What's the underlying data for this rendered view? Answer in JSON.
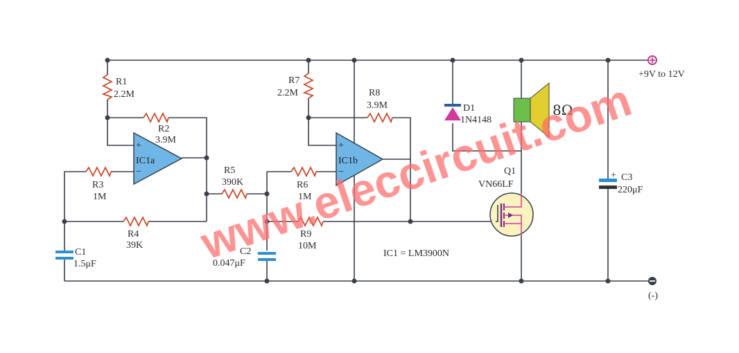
{
  "labels": {
    "r1_name": "R1",
    "r1_val": "2.2M",
    "r2_name": "R2",
    "r2_val": "3.9M",
    "r3_name": "R3",
    "r3_val": "1M",
    "r4_name": "R4",
    "r4_val": "39K",
    "r5_name": "R5",
    "r5_val": "390K",
    "r6_name": "R6",
    "r6_val": "1M",
    "r7_name": "R7",
    "r7_val": "2.2M",
    "r8_name": "R8",
    "r8_val": "3.9M",
    "r9_name": "R9",
    "r9_val": "10M",
    "c1_name": "C1",
    "c1_val": "1.5μF",
    "c2_name": "C2",
    "c2_val": "0.047μF",
    "c3_name": "C3",
    "c3_val": "220μF",
    "d1_name": "D1",
    "d1_val": "1N4148",
    "q1_name": "Q1",
    "q1_val": "VN66LF",
    "ic1a": "IC1a",
    "ic1b": "IC1b",
    "ic_note": "IC1 = LM3900N",
    "speaker": "8Ω",
    "supply": "+9V to 12V",
    "ground": "(-)",
    "plus": "+",
    "minus": "−"
  },
  "watermark": "www.eleccircuit.com",
  "colors": {
    "wire": "#3a3f4a",
    "resistor": "#c84a2e",
    "opamp": "#6fb6e6",
    "mosfet": "#faf3c0",
    "speaker_magnet": "#6cbf4a",
    "speaker_cone": "#e0cf2e",
    "diode": "#d03a9a",
    "capacitor": "#2d8fd0",
    "watermark": "#ff6b6b"
  }
}
